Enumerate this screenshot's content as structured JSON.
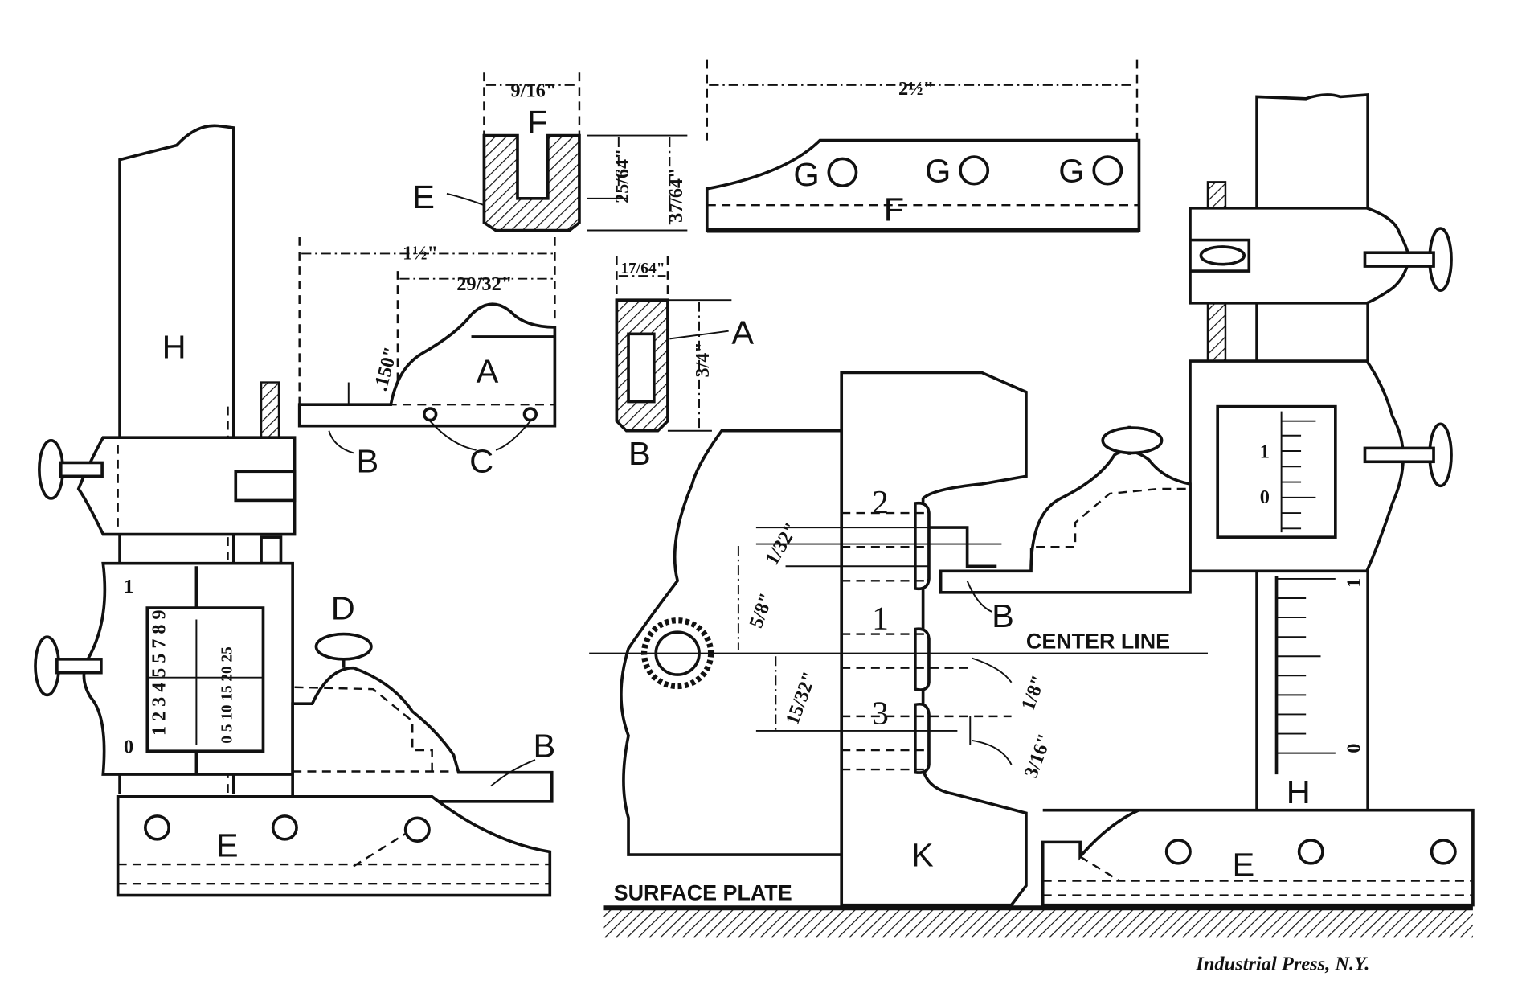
{
  "figure": {
    "credit": "Industrial Press, N.Y.",
    "labels": {
      "H": "H",
      "A": "A",
      "B": "B",
      "C": "C",
      "D": "D",
      "E": "E",
      "F": "F",
      "G": "G",
      "K": "K"
    },
    "dimensions": {
      "nine_sixteenths": "9/16\"",
      "twentyfive_64": "25/64\"",
      "thirtyseven_64": "37/64\"",
      "two_and_half": "2½\"",
      "one_and_half": "1½\"",
      "twentynine_32": "29/32\"",
      "point150": ".150\"",
      "seventeen_64": "17/64\"",
      "three_quarters": "3/4\"",
      "one_32": "1/32\"",
      "five_eighths": "5/8\"",
      "fifteen_32": "15/32\"",
      "one_eighth": "1/8\"",
      "three_sixteenths": "3/16\""
    },
    "annotations": {
      "center_line": "CENTER LINE",
      "surface_plate": "SURFACE PLATE"
    },
    "hole_numbers": [
      "2",
      "1",
      "3"
    ],
    "scale_marks": {
      "left_main": [
        "1",
        "0"
      ],
      "left_vernier_top": "1 2 3 4 5 5 7 8 9",
      "left_vernier_bottom": "0 5 10 15 20 25",
      "right_vernier": [
        "1",
        "0"
      ],
      "right_column": [
        "1",
        "0"
      ]
    }
  }
}
